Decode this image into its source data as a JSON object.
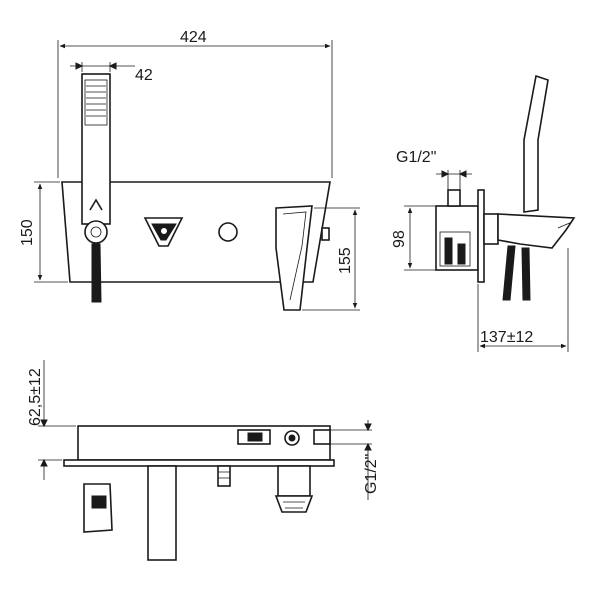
{
  "dimensions": {
    "overall_width": "424",
    "hand_shower_width": "42",
    "body_height": "150",
    "spout_height": "155",
    "inlet_thread_side": "G1/2\"",
    "side_height": "98",
    "depth": "137±12",
    "wall_projection": "62,5±12",
    "inlet_thread_bottom": "G1/2\""
  }
}
